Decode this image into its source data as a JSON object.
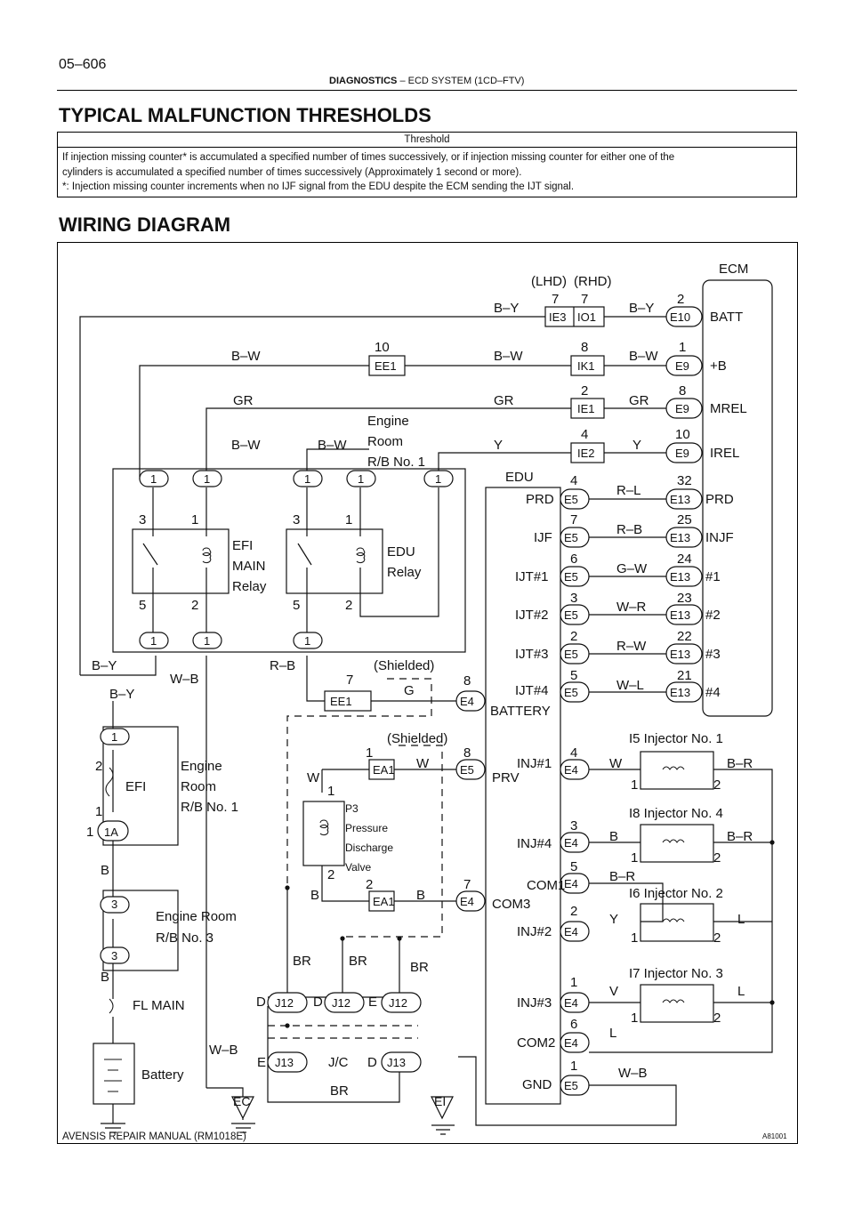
{
  "header": {
    "page_number": "05–606",
    "section": "DIAGNOSTICS",
    "separator": "–",
    "subsection": "ECD SYSTEM (1CD–FTV)"
  },
  "thresholds": {
    "title": "TYPICAL MALFUNCTION THRESHOLDS",
    "column_header": "Threshold",
    "line1": "If injection missing counter* is accumulated a specified number of times successively, or if injection missing counter for either one of the",
    "line2": "cylinders is accumulated a specified number of times successively (Approximately 1 second or more).",
    "line3": "*: Injection missing counter increments when no IJF signal from the EDU despite the ECM sending the IJT signal."
  },
  "wiring": {
    "title": "WIRING DIAGRAM"
  },
  "footer": {
    "manual": "AVENSIS REPAIR MANUAL   (RM1018E)",
    "figure_id": "A81001"
  },
  "diagram_labels": {
    "ecm": "ECM",
    "lhd": "(LHD)",
    "rhd": "(RHD)",
    "edu": "EDU",
    "by": "B–Y",
    "bw": "B–W",
    "gr": "GR",
    "y": "Y",
    "wb": "W–B",
    "rb": "R–B",
    "rl": "R–L",
    "rbl": "R–B",
    "gw": "G–W",
    "wr": "W–R",
    "rw": "R–W",
    "wl": "W–L",
    "w": "W",
    "b": "B",
    "br": "B–R",
    "l": "L",
    "v": "V",
    "g": "G",
    "brn": "BR",
    "shielded": "(Shielded)",
    "c_ie3": "IE3",
    "c_io1": "IO1",
    "c_e10": "E10",
    "c_ee1": "EE1",
    "c_ik1": "IK1",
    "c_e9": "E9",
    "c_ie1": "IE1",
    "c_ie2": "IE2",
    "c_e5": "E5",
    "c_e13": "E13",
    "c_e4": "E4",
    "c_ea1": "EA1",
    "c_j12": "J12",
    "c_j13": "J13",
    "c_1a": "1A",
    "c_ec": "EC",
    "c_ei": "EI",
    "jc": "J/C",
    "d": "D",
    "e": "E",
    "batt": "BATT",
    "pb": "+B",
    "mrel": "MREL",
    "irel": "IREL",
    "prd": "PRD",
    "injf": "INJF",
    "n1": "#1",
    "n2": "#2",
    "n3": "#3",
    "n4": "#4",
    "ijf": "IJF",
    "ijt1": "IJT#1",
    "ijt2": "IJT#2",
    "ijt3": "IJT#3",
    "ijt4": "IJT#4",
    "battery_pin": "BATTERY",
    "prv": "PRV",
    "inj1": "INJ#1",
    "inj4": "INJ#4",
    "com1": "COM1",
    "com3": "COM3",
    "inj2": "INJ#2",
    "inj3": "INJ#3",
    "com2": "COM2",
    "gnd": "GND",
    "inj_no1": "I5 Injector No. 1",
    "inj_no4": "I8 Injector No. 4",
    "inj_no2": "I6 Injector No. 2",
    "inj_no3": "I7 Injector No. 3",
    "engine": "Engine",
    "room": "Room",
    "rb1": "R/B No. 1",
    "engine_room": "Engine Room",
    "rb3": "R/B No. 3",
    "efi": "EFI",
    "main": "MAIN",
    "relay": "Relay",
    "edu_relay": "EDU",
    "fl_main": "FL MAIN",
    "battery": "Battery",
    "p3": "P3",
    "pressure": "Pressure",
    "discharge": "Discharge",
    "valve": "Valve",
    "p1": "1",
    "p2": "2",
    "p3n": "3",
    "p4": "4",
    "p5": "5",
    "p6": "6",
    "p7": "7",
    "p8": "8",
    "p10": "10",
    "p21": "21",
    "p22": "22",
    "p23": "23",
    "p24": "24",
    "p25": "25",
    "p32": "32"
  }
}
